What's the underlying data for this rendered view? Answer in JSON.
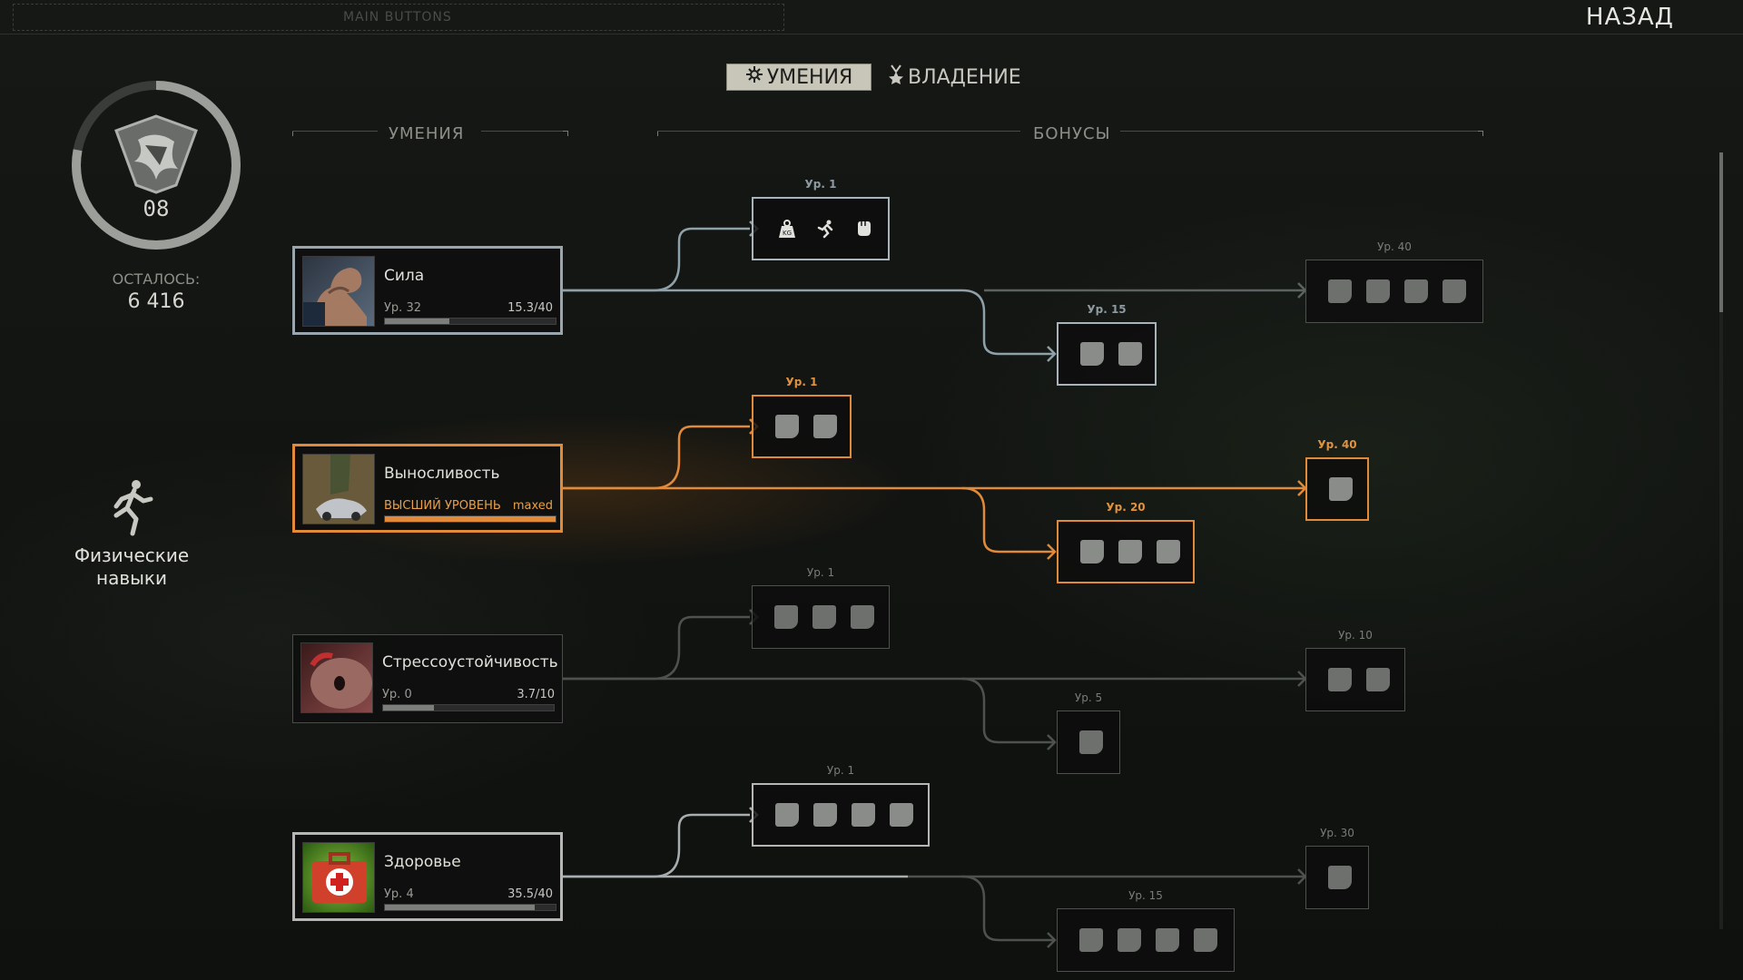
{
  "topbar": {
    "main_buttons_label": "MAIN BUTTONS",
    "back_label": "НАЗАД"
  },
  "tabs": [
    {
      "label": "УМЕНИЯ",
      "active": true
    },
    {
      "label": "ВЛАДЕНИЕ",
      "active": false
    }
  ],
  "player": {
    "level": "08",
    "remaining_label": "ОСТАЛОСЬ:",
    "remaining_value": "6 416",
    "level_progress": 0.78
  },
  "category": {
    "label_line1": "Физические",
    "label_line2": "навыки",
    "icon": "running-man-icon"
  },
  "sections": {
    "skills_title": "УМЕНИЯ",
    "bonuses_title": "БОНУСЫ"
  },
  "skills": [
    {
      "name": "Сила",
      "level": "Ур. 32",
      "progress": "15.3/40",
      "fill": 0.38,
      "bonuses": [
        {
          "label": "Ур. 1",
          "slots": 3
        },
        {
          "label": "Ур. 15",
          "slots": 2
        },
        {
          "label": "Ур. 40",
          "slots": 4
        }
      ]
    },
    {
      "name": "Выносливость",
      "level": "ВЫСШИЙ УРОВЕНЬ",
      "progress": "maxed",
      "fill": 1.0,
      "bonuses": [
        {
          "label": "Ур. 1",
          "slots": 2
        },
        {
          "label": "Ур. 20",
          "slots": 3
        },
        {
          "label": "Ур. 40",
          "slots": 1
        }
      ]
    },
    {
      "name": "Стрессоустойчивость",
      "level": "Ур. 0",
      "progress": "3.7/10",
      "fill": 0.3,
      "bonuses": [
        {
          "label": "Ур. 1",
          "slots": 3
        },
        {
          "label": "Ур. 5",
          "slots": 1
        },
        {
          "label": "Ур. 10",
          "slots": 2
        }
      ]
    },
    {
      "name": "Здоровье",
      "level": "Ур. 4",
      "progress": "35.5/40",
      "fill": 0.88,
      "bonuses": [
        {
          "label": "Ур. 1",
          "slots": 4
        },
        {
          "label": "Ур. 15",
          "slots": 4
        },
        {
          "label": "Ур. 30",
          "slots": 1
        }
      ]
    }
  ],
  "colors": {
    "blue": "#a8b4ba",
    "orange": "#e08a3a",
    "dim": "#4e504e"
  }
}
